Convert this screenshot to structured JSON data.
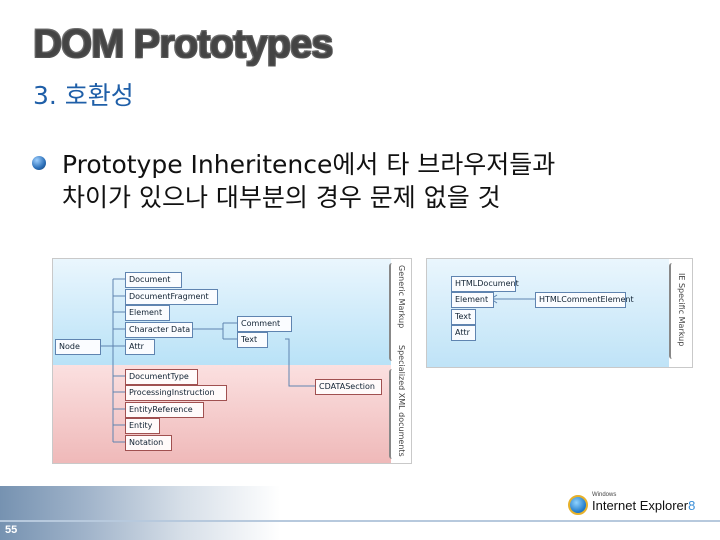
{
  "slide": {
    "title": "DOM Prototypes",
    "subtitle": "3. 호환성",
    "bullet_line1": "Prototype Inheritence에서 타 브라우저들과",
    "bullet_line2": "차이가 있으나 대부분의 경우 문제 없을 것",
    "page_number": "55"
  },
  "diagram_left": {
    "node": "Node",
    "core_items": [
      "Document",
      "DocumentFragment",
      "Element",
      "Character Data",
      "Attr"
    ],
    "comment": "Comment",
    "text": "Text",
    "xml_items": [
      "DocumentType",
      "ProcessingInstruction",
      "EntityReference",
      "Entity",
      "Notation"
    ],
    "cdata": "CDATASection",
    "label_generic": "Generic Markup",
    "label_specialized": "Specialized XML documents"
  },
  "diagram_right": {
    "items": [
      "HTMLDocument",
      "Element",
      "Text",
      "Attr"
    ],
    "comment_element": "HTMLCommentElement",
    "label": "IE Specific Markup"
  },
  "footer": {
    "ie_small": "Windows",
    "ie_name": "Internet Explorer",
    "ie_version": "8"
  },
  "colors": {
    "subtitle": "#1f5fa8",
    "core_band": "#b9e2f7",
    "xml_band": "#efb9b9",
    "box_border": "#5f84b0",
    "ie_accent": "#3b8fd8"
  }
}
